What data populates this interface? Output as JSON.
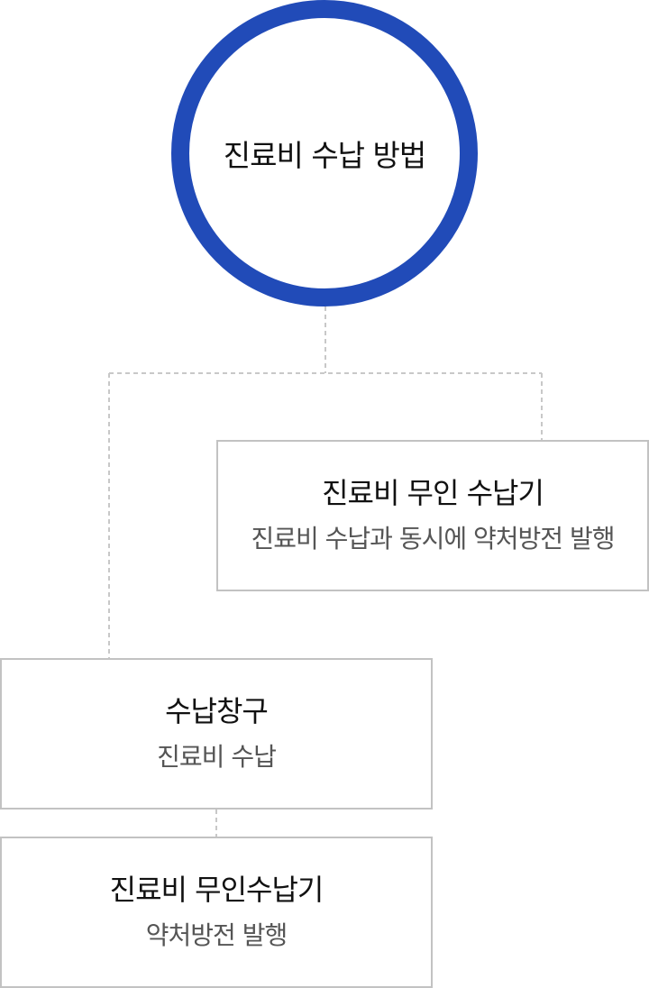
{
  "root": {
    "title": "진료비 수납 방법"
  },
  "nodes": [
    {
      "id": "kiosk",
      "title": "진료비 무인 수납기",
      "description": "진료비 수납과 동시에 약처방전 발행"
    },
    {
      "id": "window",
      "title": "수납창구",
      "description": "진료비 수납"
    },
    {
      "id": "kiosk2",
      "title": "진료비 무인수납기",
      "description": "약처방전 발행"
    }
  ],
  "colors": {
    "ring": "#214bb8",
    "box_border": "#c2c2c2",
    "connector": "#c8c8c8",
    "title_text": "#111111",
    "desc_text": "#555555"
  }
}
